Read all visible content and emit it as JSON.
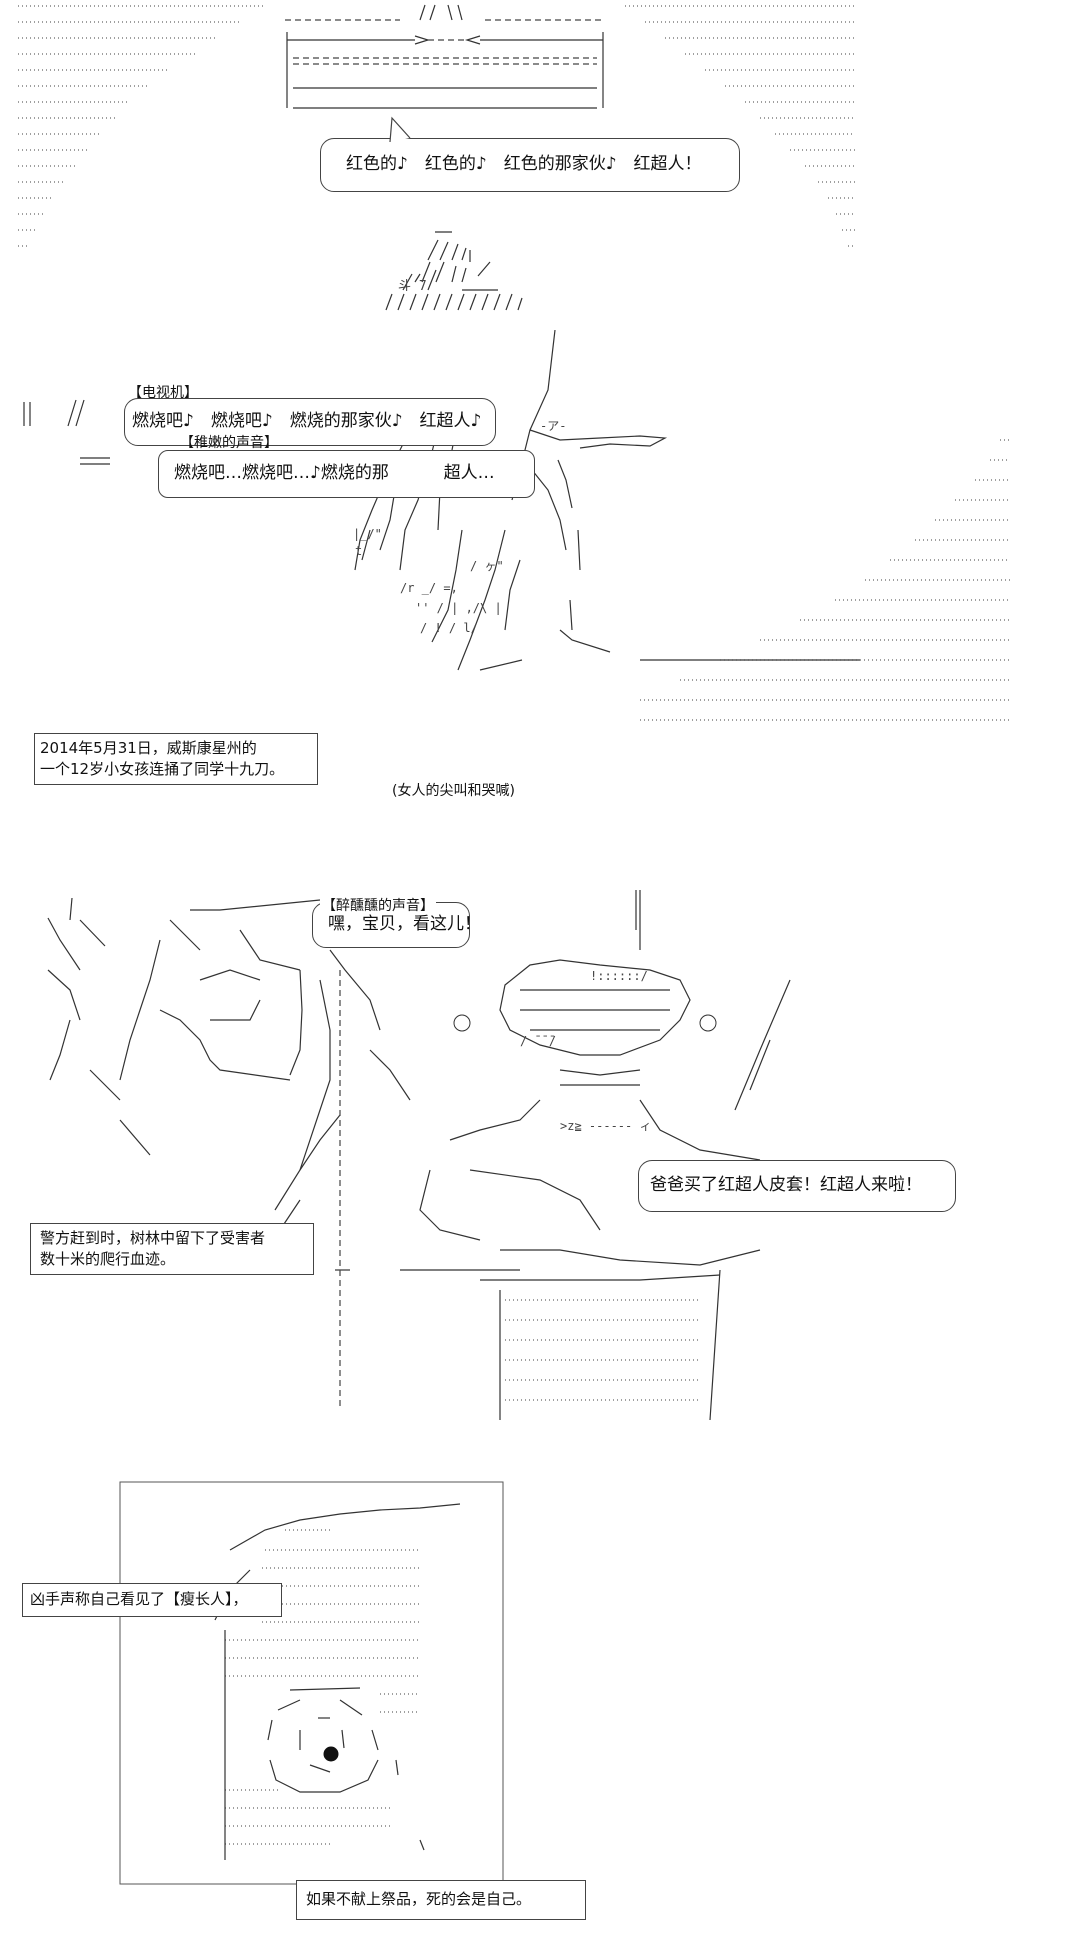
{
  "panel1": {
    "bubble": "红色的♪　红色的♪　红色的那家伙♪　红超人！"
  },
  "panel2": {
    "tv_tag": "【电视机】",
    "tv_line": "燃烧吧♪　燃烧吧♪　燃烧的那家伙♪　红超人♪",
    "child_tag": "【稚嫩的声音】",
    "child_line": "燃烧吧…燃烧吧…♪燃烧的那",
    "child_line_tail": "超人…",
    "caption_line1": "2014年5月31日，威斯康星州的",
    "caption_line2": "一个12岁小女孩连捅了同学十九刀。",
    "woman_note": "(女人的尖叫和哭喊)"
  },
  "panel3": {
    "voice_tag": "【醉醺醺的声音】",
    "voice_line": "嘿，宝贝，看这儿！",
    "dad_line": "爸爸买了红超人皮套！红超人来啦！",
    "caption_line1": "警方赶到时，树林中留下了受害者",
    "caption_line2": "数十米的爬行血迹。"
  },
  "panel4": {
    "caption": "凶手声称自己看见了【瘦长人】，",
    "bottom_caption": "如果不献上祭品，死的会是自己。"
  }
}
